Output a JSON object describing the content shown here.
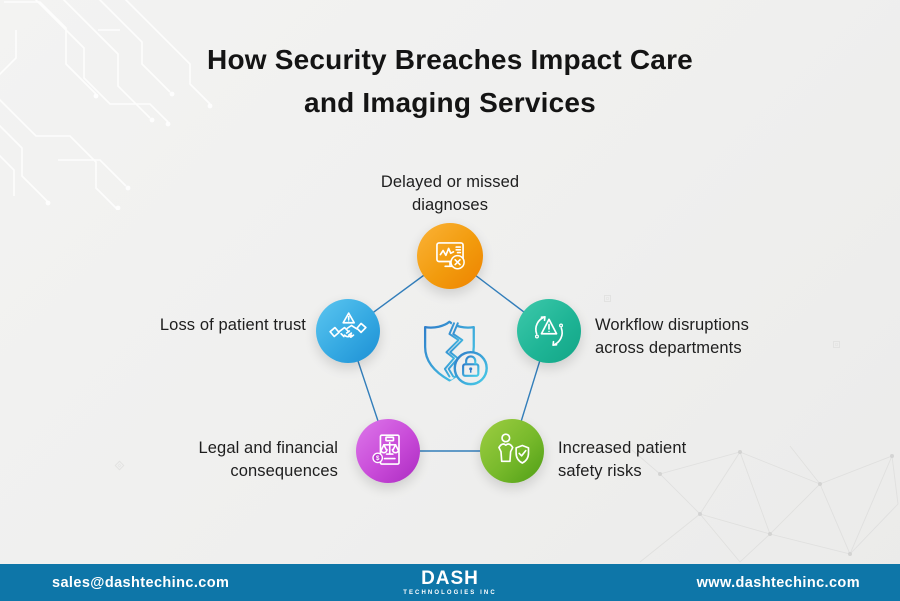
{
  "title": {
    "line1": "How Security Breaches Impact Care",
    "line2": "and Imaging Services"
  },
  "diagram": {
    "center_icon": "broken-shield-lock-icon",
    "connector_color": "#2878B8",
    "nodes": [
      {
        "position": "top",
        "label": "Delayed or missed diagnoses",
        "icon": "monitor-error-icon",
        "color_from": "#FBB338",
        "color_to": "#EE8200"
      },
      {
        "position": "right",
        "label": "Workflow disruptions across departments",
        "icon": "workflow-warning-icon",
        "color_from": "#3EC9AB",
        "color_to": "#12A586"
      },
      {
        "position": "bottom-right",
        "label": "Increased patient safety risks",
        "icon": "patient-shield-icon",
        "color_from": "#9ECE42",
        "color_to": "#4F9E15"
      },
      {
        "position": "bottom-left",
        "label": "Legal and financial consequences",
        "icon": "legal-scales-icon",
        "color_from": "#DD78EA",
        "color_to": "#AB2BC1"
      },
      {
        "position": "left",
        "label": "Loss of patient trust",
        "icon": "handshake-warning-icon",
        "color_from": "#5CC6F0",
        "color_to": "#1D8FD4"
      }
    ]
  },
  "footer": {
    "email": "sales@dashtechinc.com",
    "logo_text": "DASH",
    "logo_subtext": "TECHNOLOGIES INC",
    "website": "www.dashtechinc.com",
    "bar_color": "#0E76A8"
  },
  "background": {
    "base_color": "#EFEFEE",
    "decorations": [
      "circuit-pattern",
      "network-mesh-pattern"
    ]
  }
}
